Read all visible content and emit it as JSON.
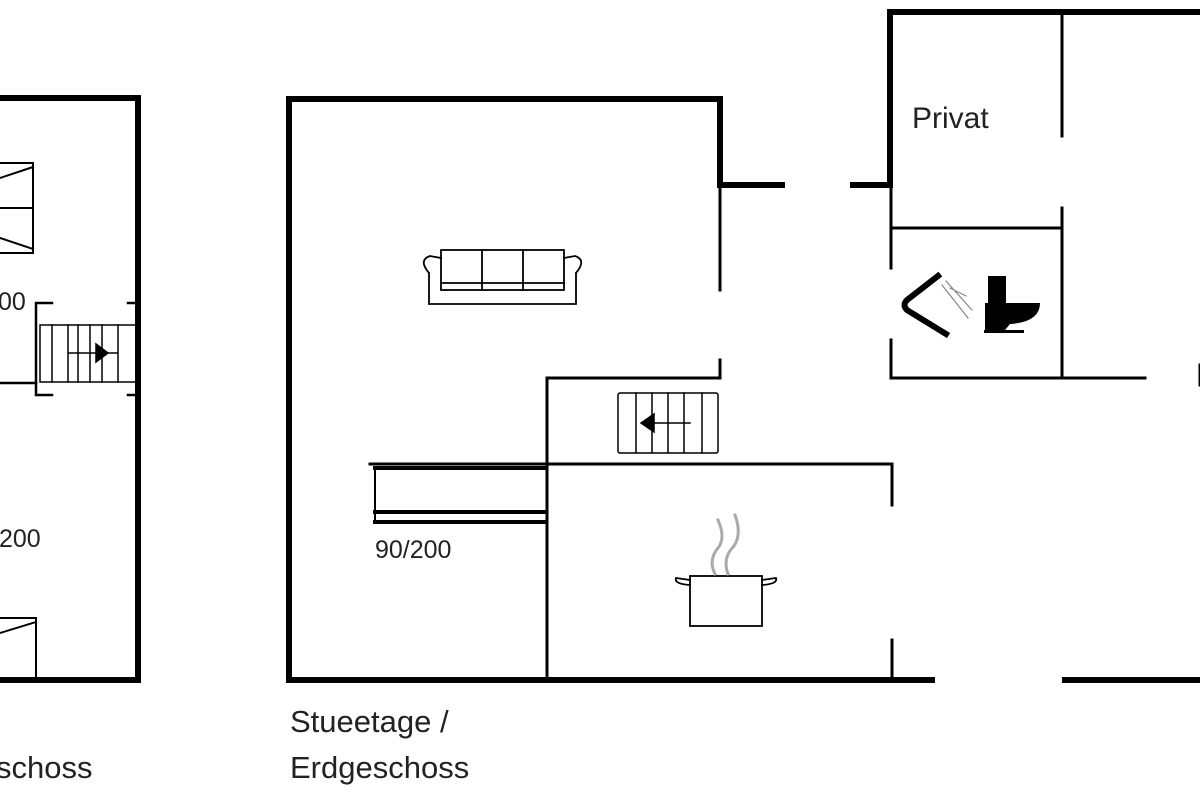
{
  "plan": {
    "left_floor": {
      "bed_size_top": "00",
      "bed_size_bottom": "/200",
      "floor_label": "schoss"
    },
    "ground_floor": {
      "floor_label_line1": "Stueetage /",
      "floor_label_line2": "Erdgeschoss",
      "bed_size": "90/200",
      "room_private": "Privat"
    },
    "icons": [
      "sofa-icon",
      "stairs-icon",
      "bunk-bed-icon",
      "cooking-pot-icon",
      "shower-icon",
      "toilet-icon",
      "bed-icon"
    ],
    "colors": {
      "wall": "#000000",
      "background": "#ffffff",
      "steam": "#aaaaaa"
    }
  }
}
